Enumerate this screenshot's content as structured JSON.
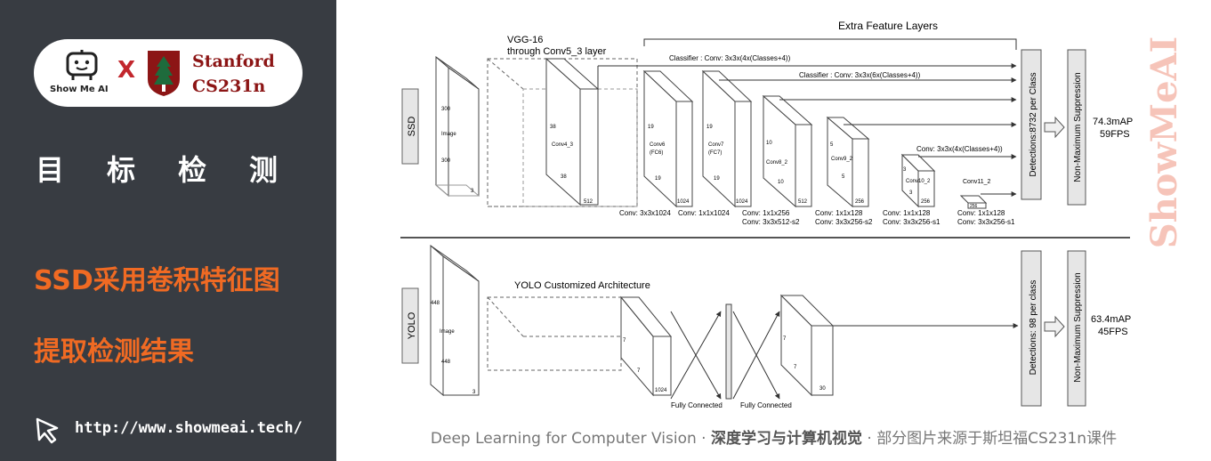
{
  "sidebar": {
    "brand_label": "Show Me AI",
    "x_mark": "X",
    "stanford_name": "Stanford",
    "course_name": "CS231n",
    "section_title": "目标检测",
    "highlight_line1": "SSD采用卷积特征图",
    "highlight_line2": "提取检测结果",
    "url": "http://www.showmeai.tech/"
  },
  "footer": {
    "part1": "Deep Learning for Computer Vision",
    "sep": "·",
    "part2": "深度学习与计算机视觉",
    "part3": "部分图片来源于斯坦福CS231n课件"
  },
  "watermark": "ShowMeAI",
  "ssd": {
    "label": "SSD",
    "vgg_title": "VGG-16",
    "vgg_subtitle": "through Conv5_3 layer",
    "extra_title": "Extra Feature Layers",
    "image_label": "Image",
    "image_w": "300",
    "image_h": "300",
    "image_c": "3",
    "conv4_name": "Conv4_3",
    "conv4_a": "38",
    "conv4_b": "38",
    "conv4_c": "512",
    "conv6_name1": "Conv6",
    "conv6_name2": "(FC6)",
    "conv6_a": "19",
    "conv6_b": "19",
    "conv6_c": "1024",
    "conv7_name1": "Conv7",
    "conv7_name2": "(FC7)",
    "conv7_a": "19",
    "conv7_b": "19",
    "conv7_c": "1024",
    "conv8_name": "Conv8_2",
    "conv8_a": "10",
    "conv8_b": "10",
    "conv8_c": "512",
    "conv9_name": "Conv9_2",
    "conv9_a": "5",
    "conv9_b": "5",
    "conv9_c": "256",
    "conv10_name": "Conv10_2",
    "conv10_a": "3",
    "conv10_b": "3",
    "conv10_c": "256",
    "conv11_name": "Conv11_2",
    "conv11_c": "256",
    "classifier1": "Classifier : Conv: 3x3x(4x(Classes+4))",
    "classifier2": "Classifier : Conv: 3x3x(6x(Classes+4))",
    "classifier3": "Conv: 3x3x(4x(Classes+4))",
    "op1": "Conv: 3x3x1024",
    "op2": "Conv: 1x1x1024",
    "op3a": "Conv: 1x1x256",
    "op3b": "Conv: 3x3x512-s2",
    "op4a": "Conv: 1x1x128",
    "op4b": "Conv: 3x3x256-s2",
    "op5a": "Conv: 1x1x128",
    "op5b": "Conv: 3x3x256-s1",
    "op6a": "Conv: 1x1x128",
    "op6b": "Conv: 3x3x256-s1",
    "detections": "Detections:8732 per Class",
    "nms": "Non-Maximum Suppression",
    "map": "74.3mAP",
    "fps": "59FPS"
  },
  "yolo": {
    "label": "YOLO",
    "arch_title": "YOLO Customized Architecture",
    "image_label": "Image",
    "image_w": "448",
    "image_h": "448",
    "image_c": "3",
    "block1_a": "7",
    "block1_b": "7",
    "block1_c": "1024",
    "out_a": "7",
    "out_b": "7",
    "out_c": "30",
    "fc1": "Fully Connected",
    "fc2": "Fully Connected",
    "detections": "Detections: 98 per class",
    "nms": "Non-Maximum Suppression",
    "map": "63.4mAP",
    "fps": "45FPS"
  }
}
